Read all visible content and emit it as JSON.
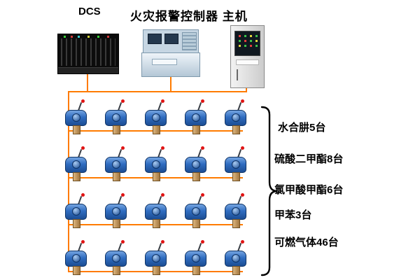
{
  "header": {
    "dcs_label": "DCS",
    "title": "火灾报警控制器 主机"
  },
  "legend": {
    "items": [
      {
        "label": "水合肼5台"
      },
      {
        "label": "硫酸二甲酯8台"
      },
      {
        "label": "氯甲酸甲酯6台"
      },
      {
        "label": "甲苯3台"
      },
      {
        "label": "可燃气体46台"
      }
    ]
  },
  "diagram": {
    "detector_rows": 4,
    "detectors_per_row": 5,
    "detectors_visible_total": 20,
    "equipment_icons": [
      "dcs-rack-icon",
      "operator-console-icon",
      "controller-cabinet-icon"
    ],
    "detector_icon": "gas-detector-icon"
  },
  "colors": {
    "line": "#ff7b00",
    "detector_body": "#2f6cc0",
    "detector_tip": "#e01414",
    "detector_base": "#b98e56"
  }
}
